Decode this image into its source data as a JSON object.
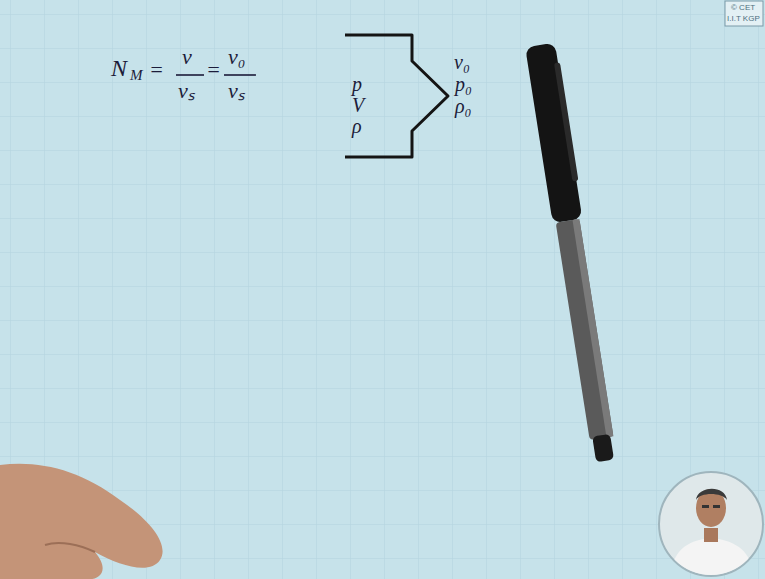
{
  "diagram": {
    "nodes": [
      {
        "text": [
          "p V ρ"
        ]
      }
    ],
    "labels": [
      "N",
      "M",
      "=",
      "v",
      "vₛ",
      "=",
      "v₀",
      "vₛ",
      "v₀",
      "p₀",
      "ρ₀",
      "© CET",
      "I.I.T KGP"
    ]
  }
}
